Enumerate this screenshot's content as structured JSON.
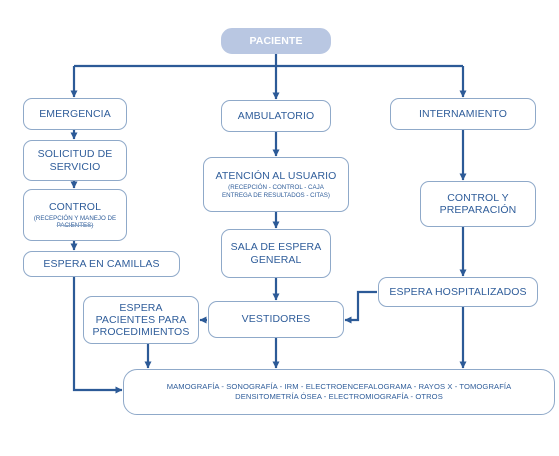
{
  "nodes": {
    "paciente": "PACIENTE",
    "emergencia": "EMERGENCIA",
    "ambulatorio": "AMBULATORIO",
    "internamiento": "INTERNAMIENTO",
    "solicitud_1": "SOLICITUD DE",
    "solicitud_2": "SERVICIO",
    "control_label": "CONTROL",
    "control_sub_1": "(RECEPCIÓN Y MANEJO DE",
    "control_sub_2": "PACIENTES)",
    "espera_camillas": "ESPERA EN CAMILLAS",
    "atencion_label": "ATENCIÓN AL USUARIO",
    "atencion_sub_1": "(RECEPCIÓN - CONTROL - CAJA",
    "atencion_sub_2": "ENTREGA DE RESULTADOS - CITAS)",
    "sala_1": "SALA DE ESPERA",
    "sala_2": "GENERAL",
    "control_prep_1": "CONTROL Y",
    "control_prep_2": "PREPARACIÓN",
    "espera_hosp": "ESPERA HOSPITALIZADOS",
    "espera_proc_1": "ESPERA",
    "espera_proc_2": "PACIENTES PARA",
    "espera_proc_3": "PROCEDIMIENTOS",
    "vestidores": "VESTIDORES",
    "servicios_1": "MAMOGRAFÍA - SONOGRAFÍA - IRM - ELECTROENCEFALOGRAMA - RAYOS X - TOMOGRAFÍA",
    "servicios_2": "DENSITOMETRÍA ÓSEA - ELECTROMIOGRAFÍA - OTROS"
  },
  "colors": {
    "line": "#2c5a97",
    "border": "#8fa9c9",
    "text": "#2f5d9a",
    "root_fill": "#b9c7e2"
  }
}
